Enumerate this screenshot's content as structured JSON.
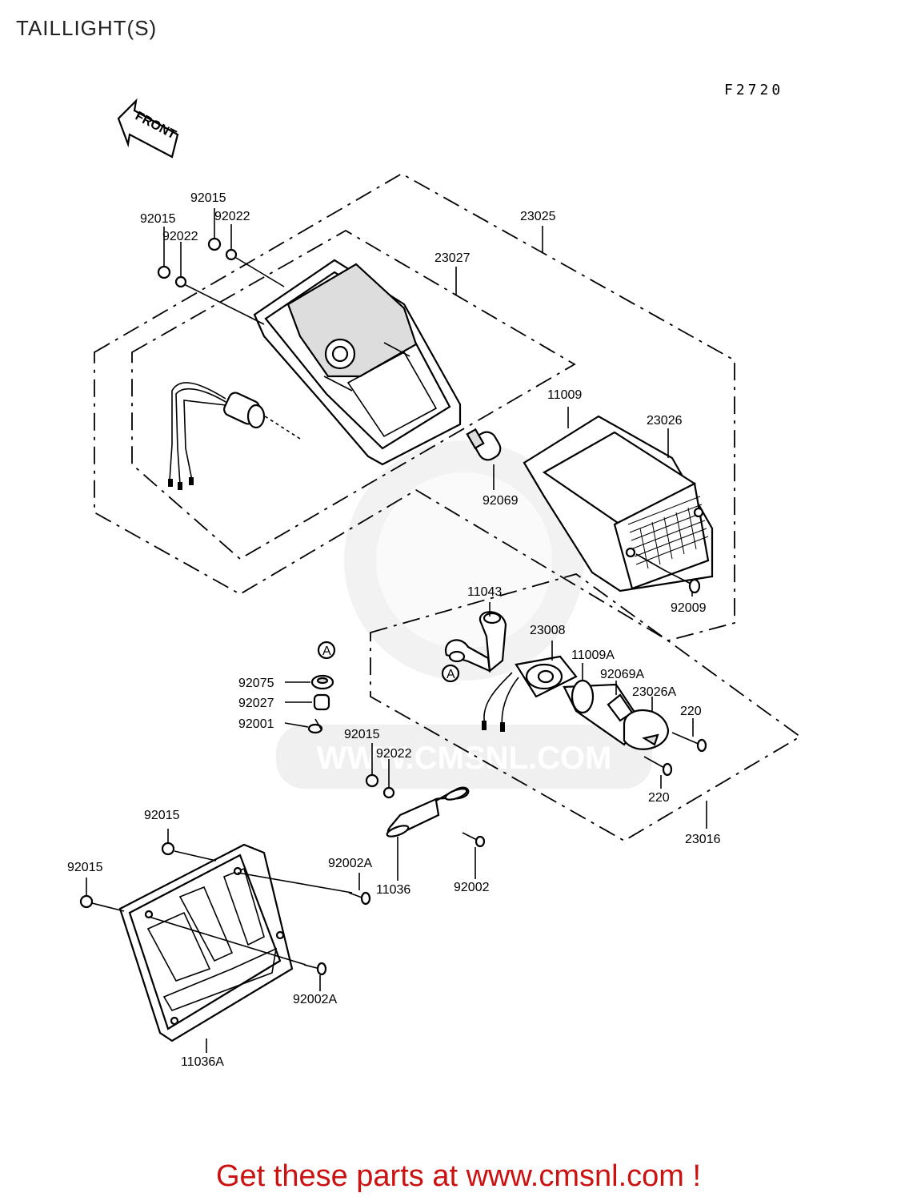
{
  "title": "TAILLIGHT(S)",
  "figure_code": "F2720",
  "front_arrow": "FRONT",
  "ref_marker": "A",
  "watermark": "WWW.CMSNL.COM",
  "footer": "Get these parts at www.cmsnl.com !",
  "labels": {
    "l92015a": "92015",
    "l92015b": "92015",
    "l92022a": "92022",
    "l92022b": "92022",
    "l23025": "23025",
    "l23027": "23027",
    "l11009": "11009",
    "l23026": "23026",
    "l92069": "92069",
    "l92009": "92009",
    "l11043": "11043",
    "l23008": "23008",
    "l11009A": "11009A",
    "l92069A": "92069A",
    "l23026A": "23026A",
    "l220a": "220",
    "l220b": "220",
    "l23016": "23016",
    "l92075": "92075",
    "l92027": "92027",
    "l92001": "92001",
    "l92015c": "92015",
    "l92022c": "92022",
    "l92015d": "92015",
    "l92015e": "92015",
    "l92002A": "92002A",
    "l11036": "11036",
    "l92002": "92002",
    "l92002A2": "92002A",
    "l11036A": "11036A"
  }
}
